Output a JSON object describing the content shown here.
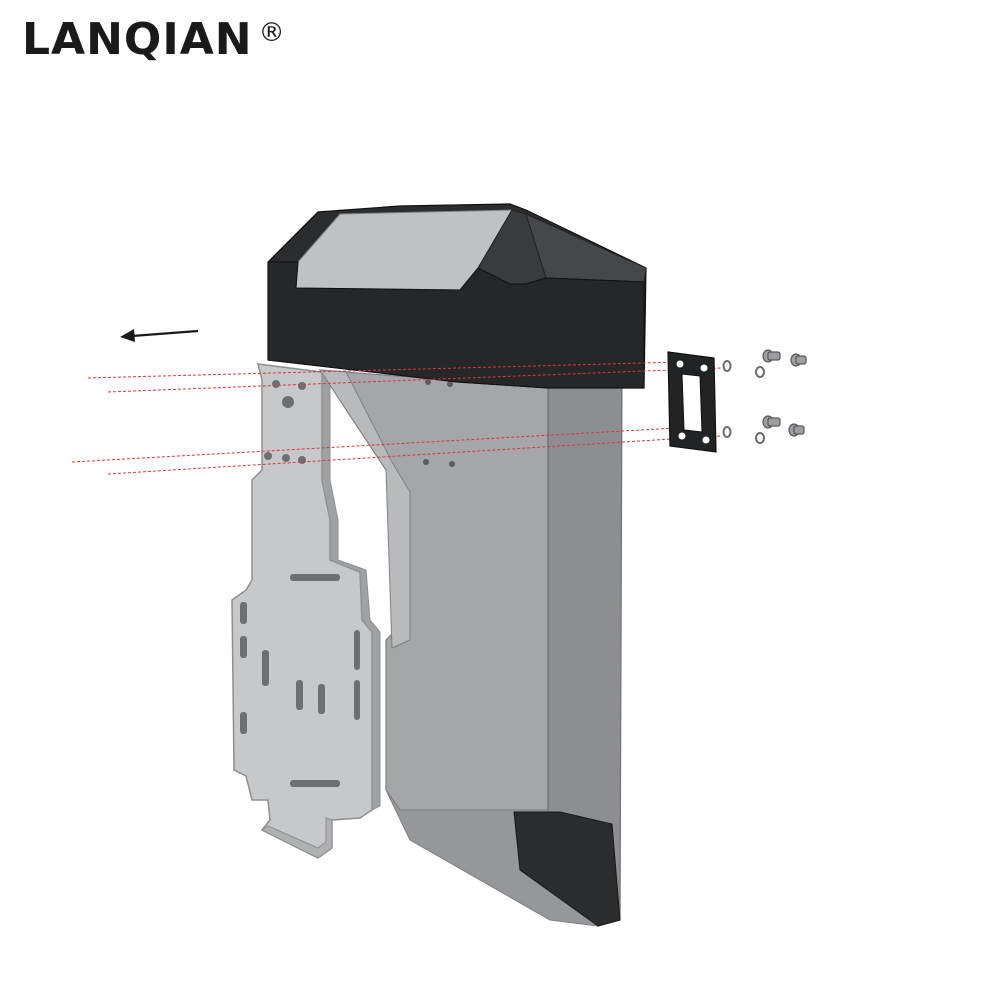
{
  "brand": {
    "name": "LANQIAN",
    "registered_mark": "®"
  },
  "colors": {
    "case_body": "#9a9c9f",
    "lid_dark": "#2b2c2e",
    "lid_panel": "#bfc1c3",
    "bracket": "#c4c6c8",
    "guide_line": "#d8383a",
    "arrow": "#1a1a1a"
  },
  "diagram": {
    "type": "exploded-assembly",
    "parts": [
      "aluminum-pannier-case",
      "mounting-bracket-plate",
      "gasket-plate",
      "washers",
      "bolts"
    ],
    "direction_arrow": "left"
  }
}
